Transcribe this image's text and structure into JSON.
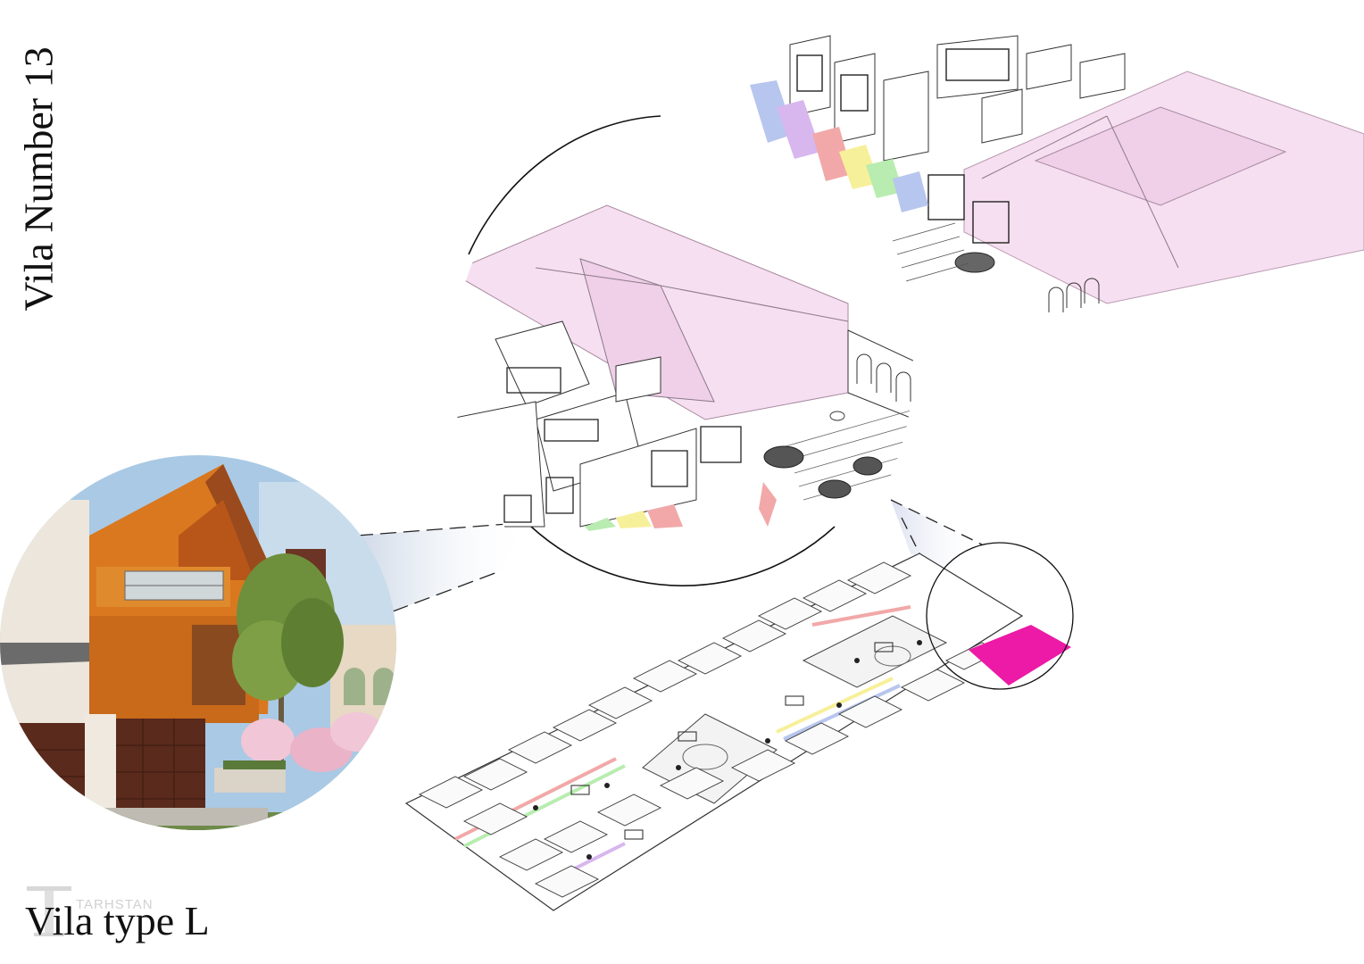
{
  "title": "Vila Number 13",
  "subtitle": "Vila type L",
  "watermark": {
    "text": "TARHSTAN"
  },
  "colors": {
    "roof_pink": "#f6dff0",
    "highlight_magenta": "#ec1aa6",
    "brick_orange": "#d9781f",
    "wood_brown": "#5a2a1c",
    "line": "#333333",
    "sky": "#a9c9e4"
  },
  "icons": [
    "render-image",
    "zoom-circle",
    "site-plan",
    "villa-detail",
    "logo-mark"
  ]
}
